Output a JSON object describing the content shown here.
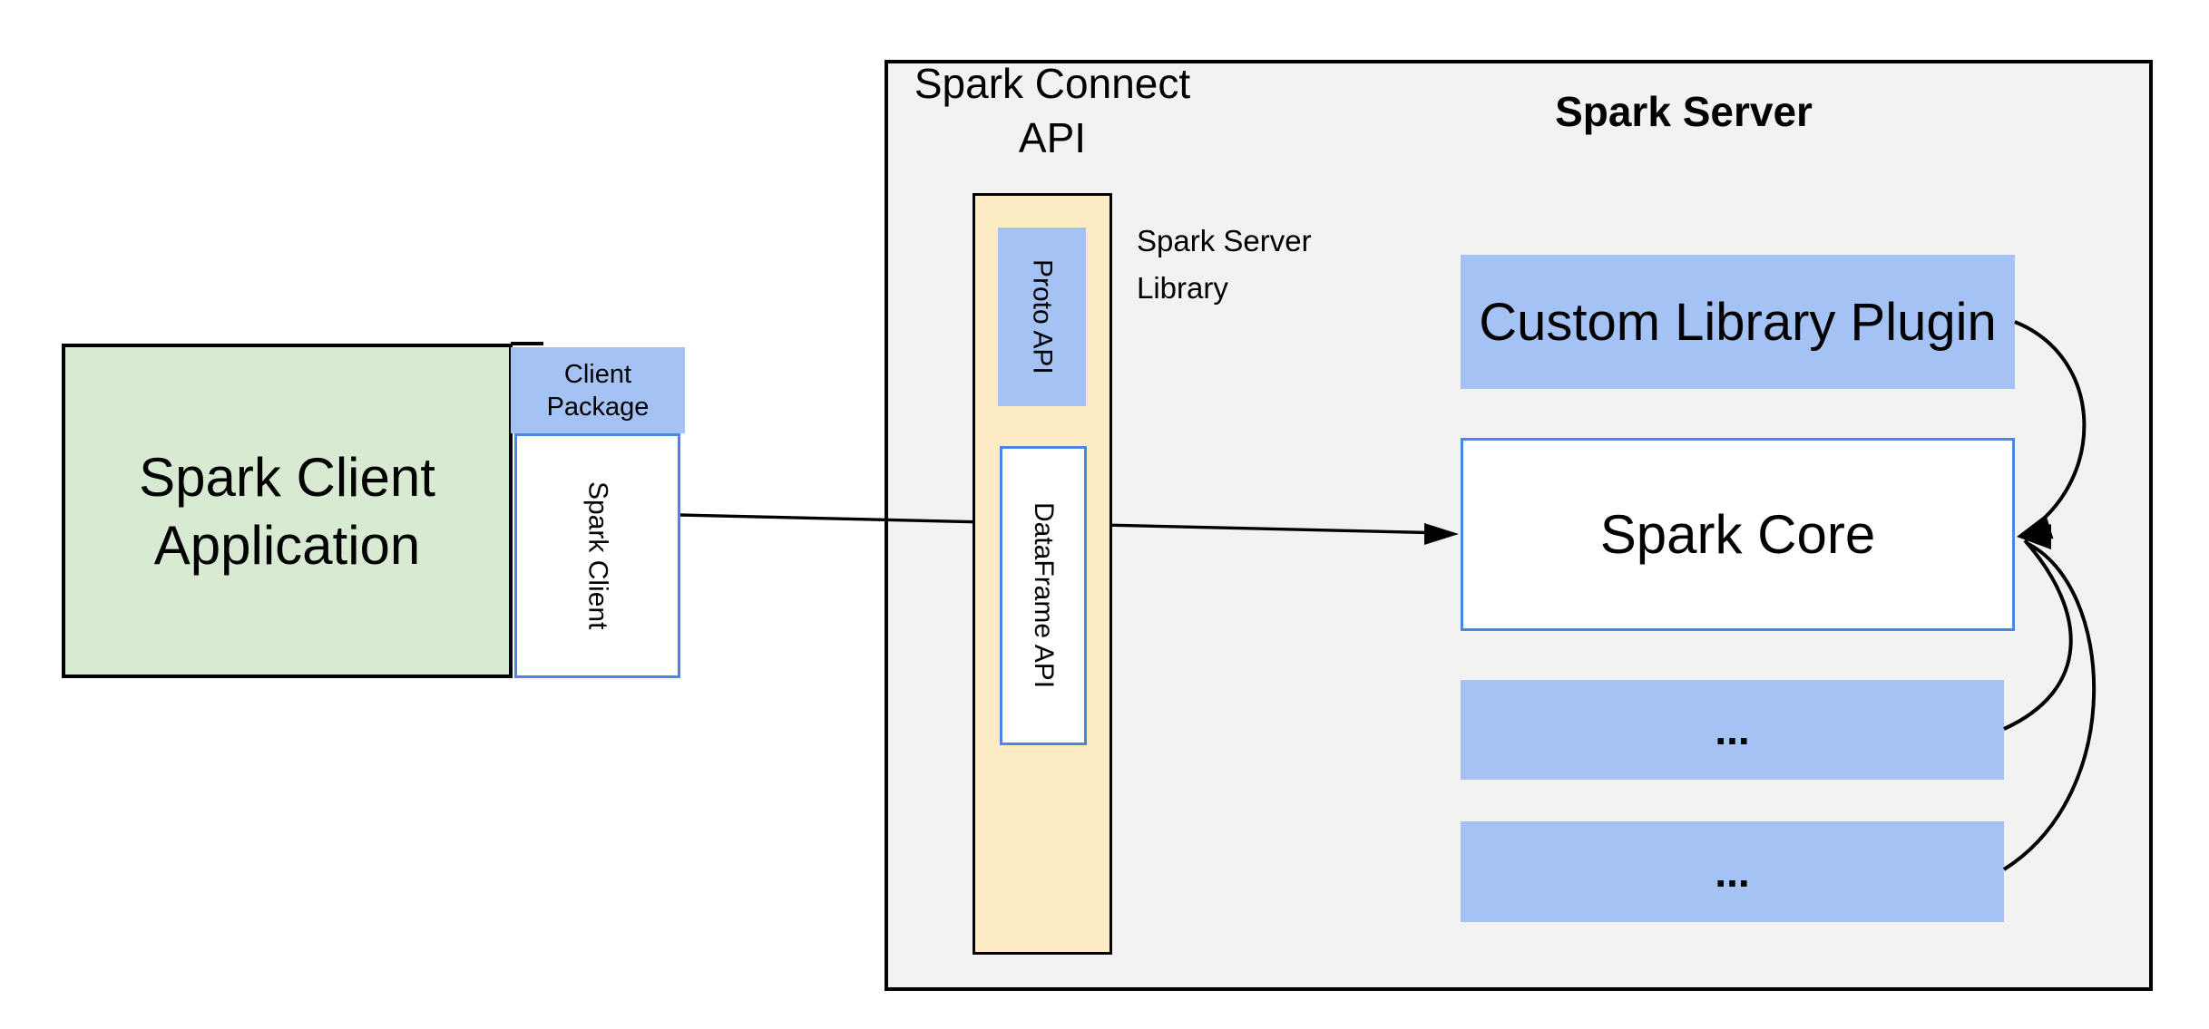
{
  "colors": {
    "container_gray": "#f2f2f2",
    "client_green": "#d9ead3",
    "component_blue": "#a4c2f4",
    "api_cream": "#fdecc3",
    "box_border_blue": "#4a86e8",
    "line_black": "#000000"
  },
  "client_app": {
    "line1": "Spark Client",
    "line2": "Application"
  },
  "client_package": {
    "line1": "Client",
    "line2": "Package"
  },
  "spark_client_vertical": "Spark Client",
  "connect_api": {
    "line1": "Spark Connect",
    "line2": "API"
  },
  "proto_api": "Proto API",
  "dataframe_api": "DataFrame API",
  "server_library": {
    "line1": "Spark Server",
    "line2": "Library"
  },
  "server_title": "Spark Server",
  "plugin": "Custom Library Plugin",
  "core": "Spark Core",
  "dots1": "...",
  "dots2": "..."
}
